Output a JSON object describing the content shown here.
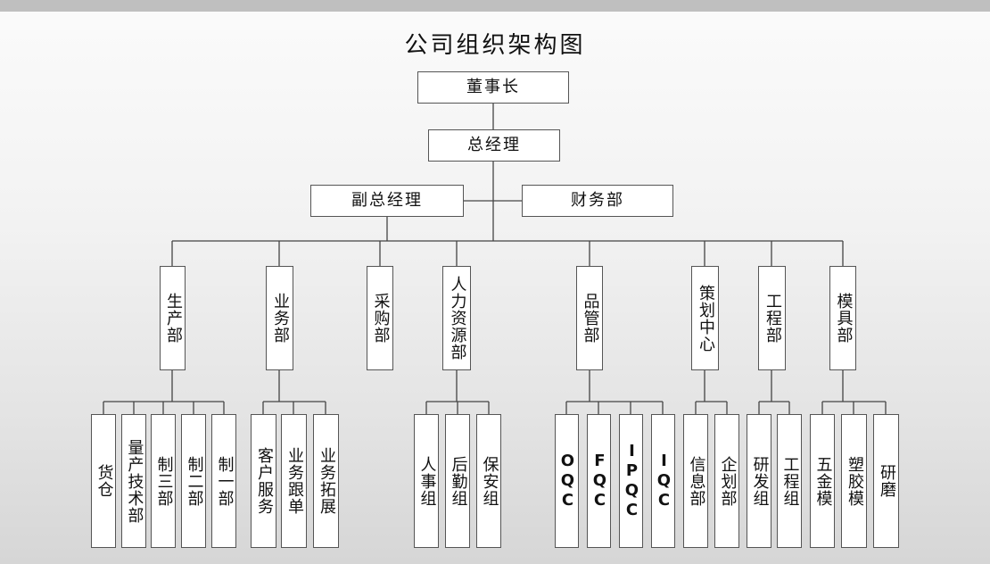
{
  "title": "公司组织架构图",
  "nodes": {
    "chairman": "董事长",
    "gm": "总经理",
    "vice_gm": "副总经理",
    "finance": "财务部",
    "production": "生产部",
    "business": "业务部",
    "purchasing": "采购部",
    "hr": "人力资源部",
    "quality": "品管部",
    "planning": "策划中心",
    "engineering": "工程部",
    "mold": "模具部"
  },
  "production_units": [
    "货仓",
    "量产技术部",
    "制三部",
    "制二部",
    "制一部"
  ],
  "business_units": [
    "客户服务",
    "业务跟单",
    "业务拓展"
  ],
  "hr_units": [
    "人事组",
    "后勤组",
    "保安组"
  ],
  "quality_units": [
    "OQC",
    "FQC",
    "IPQC",
    "IQC"
  ],
  "planning_units": [
    "信息部",
    "企划部"
  ],
  "engineering_units": [
    "研发组",
    "工程组"
  ],
  "mold_units": [
    "五金模",
    "塑胶模",
    "研磨"
  ]
}
